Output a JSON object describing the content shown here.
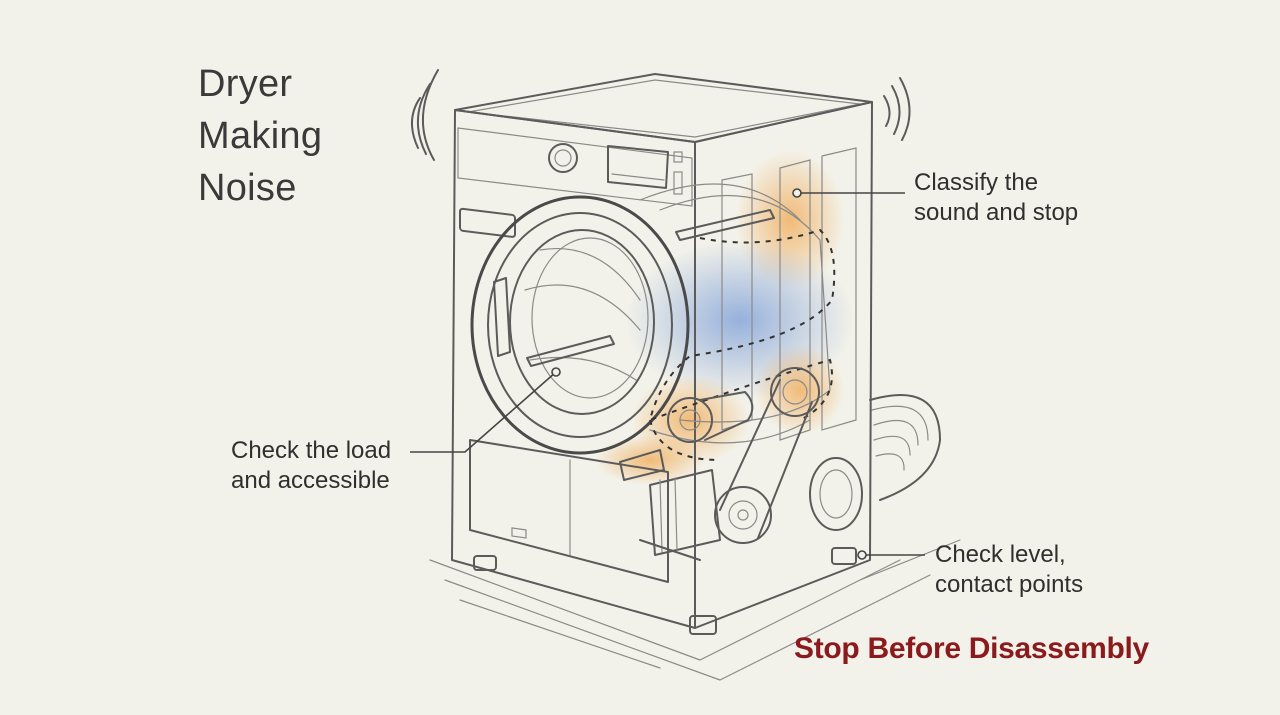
{
  "title_lines": [
    "Dryer",
    "Making",
    "Noise"
  ],
  "callouts": {
    "classify": [
      "Classify the",
      "sound and stop"
    ],
    "load": [
      "Check the load",
      "and accessible"
    ],
    "level": [
      "Check level,",
      "contact points"
    ]
  },
  "warning": "Stop Before Disassembly",
  "colors": {
    "background": "#f3f2ea",
    "warning": "#8a1a1c",
    "highlight_warm": "#f0a850",
    "highlight_cool": "#6f95d6"
  },
  "icons": [
    "sound-waves-icon"
  ]
}
